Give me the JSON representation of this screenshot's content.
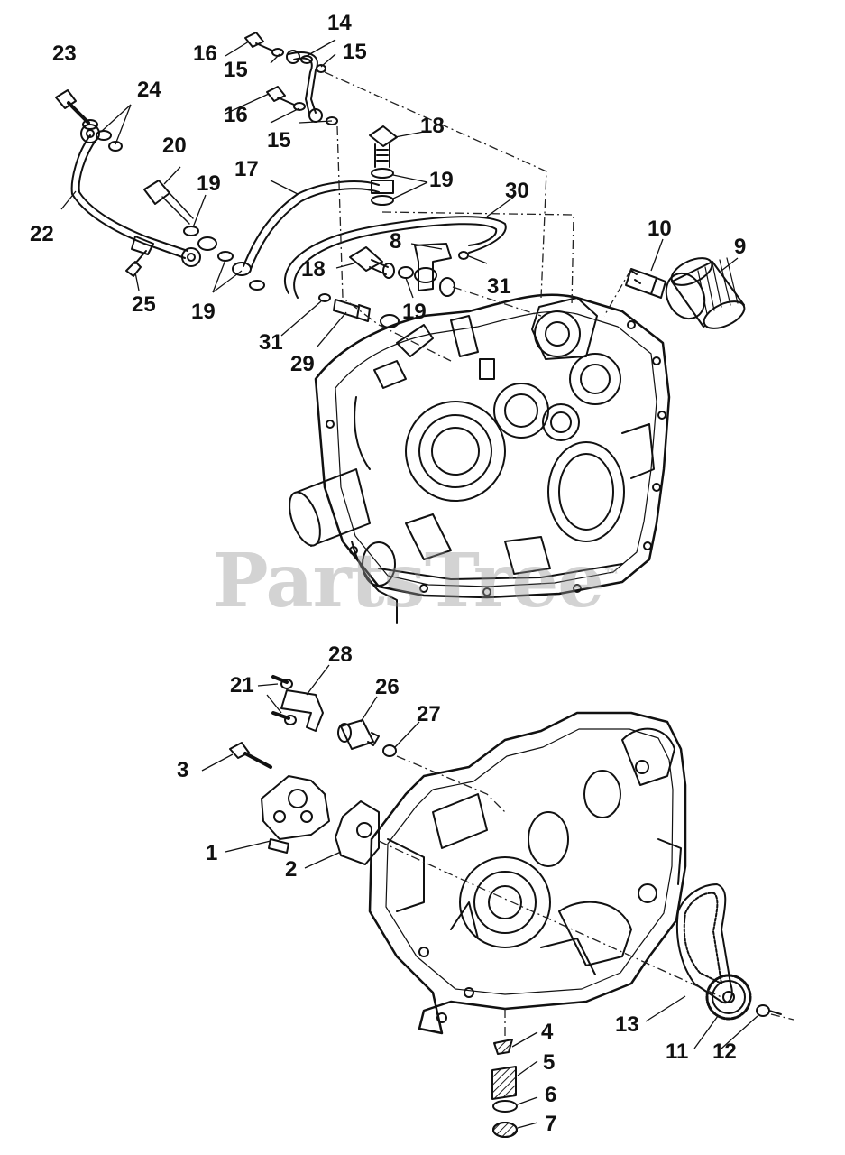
{
  "watermark": "PartsTree",
  "callouts": {
    "c1": "1",
    "c2": "2",
    "c3": "3",
    "c4": "4",
    "c5": "5",
    "c6": "6",
    "c7": "7",
    "c8": "8",
    "c9": "9",
    "c10": "10",
    "c11": "11",
    "c12": "12",
    "c13": "13",
    "c14": "14",
    "c15a": "15",
    "c15b": "15",
    "c15c": "15",
    "c16a": "16",
    "c16b": "16",
    "c17": "17",
    "c18a": "18",
    "c18b": "18",
    "c19a": "19",
    "c19b": "19",
    "c19c": "19",
    "c19d": "19",
    "c20": "20",
    "c21": "21",
    "c22": "22",
    "c23": "23",
    "c24": "24",
    "c25": "25",
    "c26": "26",
    "c27": "27",
    "c28": "28",
    "c29": "29",
    "c30": "30",
    "c31a": "31",
    "c31b": "31"
  }
}
